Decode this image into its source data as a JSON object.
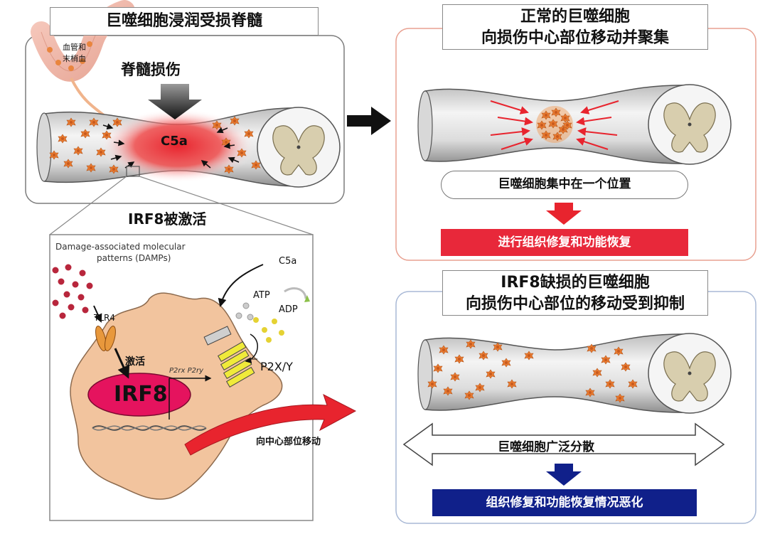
{
  "left_panel": {
    "title": "巨噬细胞浸润受损脊髓",
    "injury_label": "脊髓损伤",
    "vessel_label_line1": "血管和",
    "vessel_label_line2": "末梢血",
    "c5a_center_label": "C5a"
  },
  "activation": {
    "title": "IRF8被激活",
    "damps_line1": "Damage-associated molecular",
    "damps_line2": "patterns (DAMPs)",
    "tlr4": "TLR4",
    "c5a": "C5a",
    "atp": "ATP",
    "adp": "ADP",
    "p2xy": "P2X/Y",
    "activate": "激活",
    "p2rx": "P2rx P2ry",
    "irf8": "IRF8",
    "migrate": "向中心部位移动"
  },
  "normal_panel": {
    "title_line1": "正常的巨噬细胞",
    "title_line2": "向损伤中心部位移动并聚集",
    "status": "巨噬细胞集中在一个位置",
    "result": "进行组织修复和功能恢复"
  },
  "deficient_panel": {
    "title_line1": "IRF8缺损的巨噬细胞",
    "title_line2": "向损伤中心部位的移动受到抑制",
    "status": "巨噬细胞广泛分散",
    "result": "组织修复和功能恢复情况恶化"
  },
  "colors": {
    "normal_result_bg": "#e8283a",
    "deficient_result_bg": "#10208a",
    "normal_panel_border": "#e8a090",
    "deficient_panel_border": "#a9b9d6",
    "injury_red": "#e8242e",
    "macrophage_orange": "#e87a30",
    "irf8_pink": "#e5135e",
    "cell_body": "#f2c49e",
    "damp_dot": "#b8263c",
    "atp_dot": "#e5d233"
  },
  "icons": [
    "black-arrow-icon",
    "red-down-arrow-icon",
    "blue-down-arrow-icon",
    "double-headed-arrow-icon",
    "curved-red-arrow-icon"
  ]
}
